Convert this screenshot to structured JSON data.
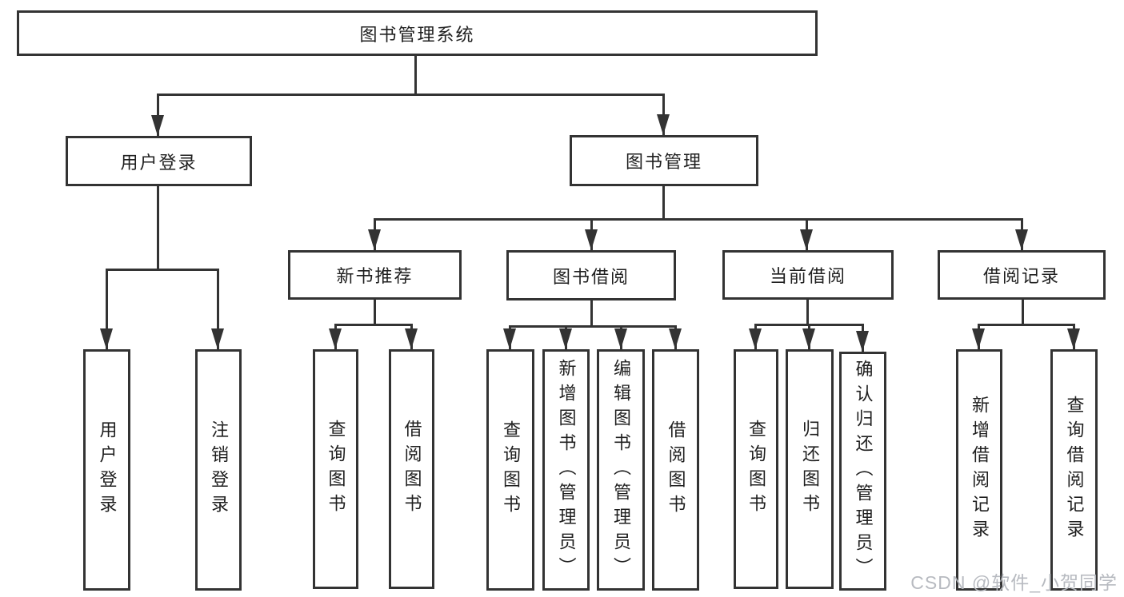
{
  "tree": {
    "label": "图书管理系统",
    "children": [
      {
        "label": "用户登录",
        "children": [
          {
            "label": "用户登录"
          },
          {
            "label": "注销登录"
          }
        ]
      },
      {
        "label": "图书管理",
        "children": [
          {
            "label": "新书推荐",
            "children": [
              {
                "label": "查询图书"
              },
              {
                "label": "借阅图书"
              }
            ]
          },
          {
            "label": "图书借阅",
            "children": [
              {
                "label": "查询图书"
              },
              {
                "label": "新增图书（管理员）"
              },
              {
                "label": "编辑图书（管理员）"
              },
              {
                "label": "借阅图书"
              }
            ]
          },
          {
            "label": "当前借阅",
            "children": [
              {
                "label": "查询图书"
              },
              {
                "label": "归还图书"
              },
              {
                "label": "确认归还（管理员）"
              }
            ]
          },
          {
            "label": "借阅记录",
            "children": [
              {
                "label": "新增借阅记录"
              },
              {
                "label": "查询借阅记录"
              }
            ]
          }
        ]
      }
    ]
  },
  "watermark": {
    "text": "CSDN @软件_小贺同学"
  },
  "colors": {
    "line": "#333333",
    "text": "#1f1f1f",
    "background": "#ffffff",
    "watermark": "#b4b7bd"
  }
}
